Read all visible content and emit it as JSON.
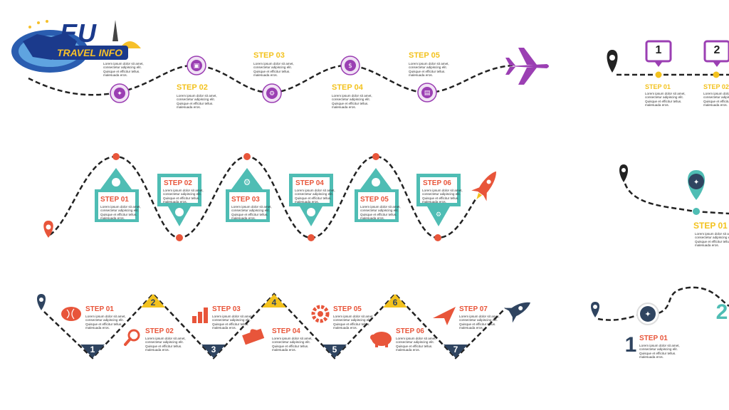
{
  "logo": {
    "main": "EU",
    "sub": "TRAVEL INFO"
  },
  "lorem": "Lorem ipsum dolor sit amet,\nconsectetur adipiscing elit.\nQuisque et efficitur tellus.\nmalesuada eros.",
  "row1": {
    "steps": [
      "STEP 01",
      "STEP 02",
      "STEP 03",
      "STEP 04",
      "STEP 05"
    ]
  },
  "row2": {
    "steps": [
      "STEP 01",
      "STEP 02",
      "STEP 03",
      "STEP 04",
      "STEP 05",
      "STEP 06"
    ]
  },
  "row3": {
    "steps": [
      "STEP 01",
      "STEP 02",
      "STEP 03",
      "STEP 04",
      "STEP 05",
      "STEP 06",
      "STEP 07"
    ],
    "numbers": [
      "1",
      "2",
      "3",
      "4",
      "5",
      "6",
      "7"
    ]
  },
  "right1": {
    "pins": [
      "1",
      "2"
    ],
    "steps": [
      "STEP 01",
      "STEP 02"
    ]
  },
  "right2": {
    "step": "STEP 01"
  },
  "right3": {
    "step": "STEP 01",
    "number": "1",
    "big_number": "2"
  },
  "colors": {
    "purple": "#9b3fb3",
    "yellow": "#f3c21e",
    "teal": "#4fbdb4",
    "orange": "#e8553a",
    "navy": "#2f4460"
  }
}
